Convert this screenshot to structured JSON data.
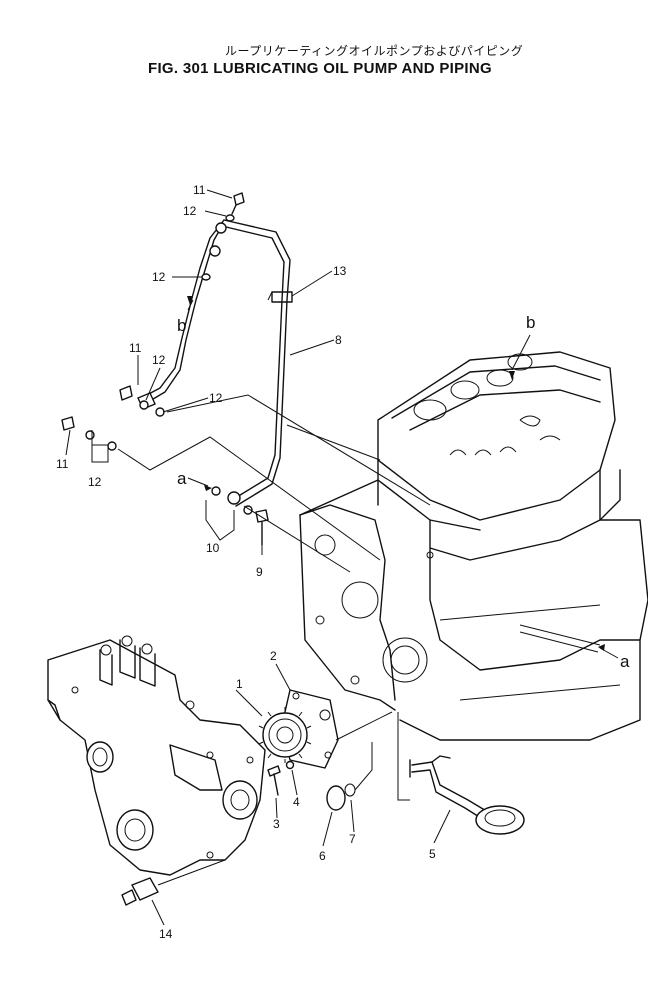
{
  "title": {
    "japanese": "ループリケーティングオイルポンプおよびパイピング",
    "english": "FIG. 301  LUBRICATING OIL PUMP AND PIPING"
  },
  "callouts": [
    {
      "id": "c1",
      "text": "1"
    },
    {
      "id": "c2",
      "text": "2"
    },
    {
      "id": "c3",
      "text": "3"
    },
    {
      "id": "c4",
      "text": "4"
    },
    {
      "id": "c5",
      "text": "5"
    },
    {
      "id": "c6",
      "text": "6"
    },
    {
      "id": "c7",
      "text": "7"
    },
    {
      "id": "c8",
      "text": "8"
    },
    {
      "id": "c9",
      "text": "9"
    },
    {
      "id": "c10",
      "text": "10"
    },
    {
      "id": "c11a",
      "text": "11"
    },
    {
      "id": "c11b",
      "text": "11"
    },
    {
      "id": "c11c",
      "text": "11"
    },
    {
      "id": "c12a",
      "text": "12"
    },
    {
      "id": "c12b",
      "text": "12"
    },
    {
      "id": "c12c",
      "text": "12"
    },
    {
      "id": "c12d",
      "text": "12"
    },
    {
      "id": "c12e",
      "text": "12"
    },
    {
      "id": "c13",
      "text": "13"
    },
    {
      "id": "c14",
      "text": "14"
    }
  ],
  "reference_marks": [
    {
      "id": "ref-b-pipe",
      "text": "b"
    },
    {
      "id": "ref-b-block",
      "text": "b"
    },
    {
      "id": "ref-a-pipe",
      "text": "a"
    },
    {
      "id": "ref-a-block",
      "text": "a"
    }
  ]
}
